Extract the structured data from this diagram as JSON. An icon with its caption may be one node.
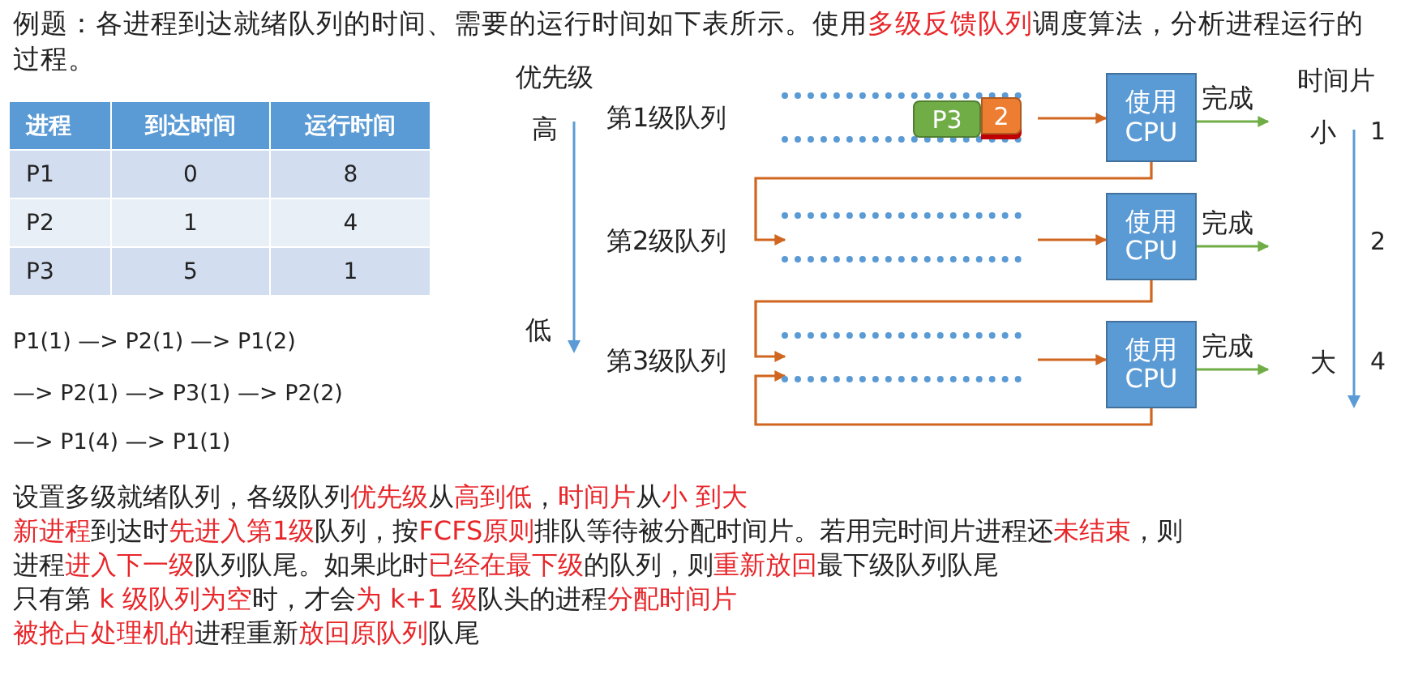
{
  "diagram": {
    "title": "例题：各进程到达就绪队列的时间、需要的运行时间如下表所示。使用**多级反馈队列**调度算法，分析进程运行的过程。",
    "nodes": [
      {
        "text": [],
        "shape": "box",
        "beside": [
          "第1级队列"
        ]
      },
      {
        "text": [
          "P3"
        ],
        "in": 0
      },
      {
        "text": [
          "2"
        ],
        "in": 0
      },
      {
        "text": [
          "使用 CPU"
        ]
      },
      {
        "text": [],
        "shape": "box",
        "beside": [
          "第2级队列"
        ]
      },
      {
        "text": [
          "使用 CPU"
        ]
      },
      {
        "text": [],
        "shape": "box",
        "beside": [
          "第3级队列"
        ]
      },
      {
        "text": [
          "使用 CPU"
        ]
      }
    ],
    "edges": [
      {
        "from": 0,
        "to": 3,
        "arrow": "to"
      },
      {
        "from": 3,
        "to": null,
        "arrow": "to",
        "label": "完成",
        "color": "#70ad47"
      },
      {
        "from": 3,
        "to": 4,
        "arrow": "to"
      },
      {
        "from": 4,
        "to": 5,
        "arrow": "to"
      },
      {
        "from": 5,
        "to": null,
        "arrow": "to",
        "label": "完成",
        "color": "#70ad47"
      },
      {
        "from": 5,
        "to": 6,
        "arrow": "to"
      },
      {
        "from": 6,
        "to": 7,
        "arrow": "to"
      },
      {
        "from": 7,
        "to": null,
        "arrow": "to",
        "label": "完成",
        "color": "#70ad47"
      },
      {
        "from": 7,
        "to": 6,
        "arrow": "to"
      }
    ],
    "labels": [
      "进程",
      "到达时间",
      "运行时间",
      "P1",
      "0",
      "8",
      "P2",
      "1",
      "4",
      "P3",
      "5",
      "1",
      "P1(1) —> P2(1) —> P1(2)",
      "—> P2(1) —> P3(1) —> P2(2)",
      "—> P1(4) —> P1(1)",
      "优先级",
      "高",
      "低",
      "时间片",
      "小",
      "1",
      "2",
      "大",
      "4",
      "设置多级就绪队列，各级队列**优先级**从**高到低**，**时间片**从**小 到大**",
      "**新进程**到达时**先进入第1级**队列，按**FCFS原则**排队等待被分配时间片。若用完时间片进程还**未结束**，则进程**进入下一级**队列队尾。如果此时**已经在最下级**的队列，则**重新放回**最下级队列队尾",
      "只有第 **k 级队列为空**时，才会**为 k+1 级**队头的进程**分配时间片**",
      "**被抢占处理机的**进程重新**放回原队列**队尾"
    ]
  }
}
